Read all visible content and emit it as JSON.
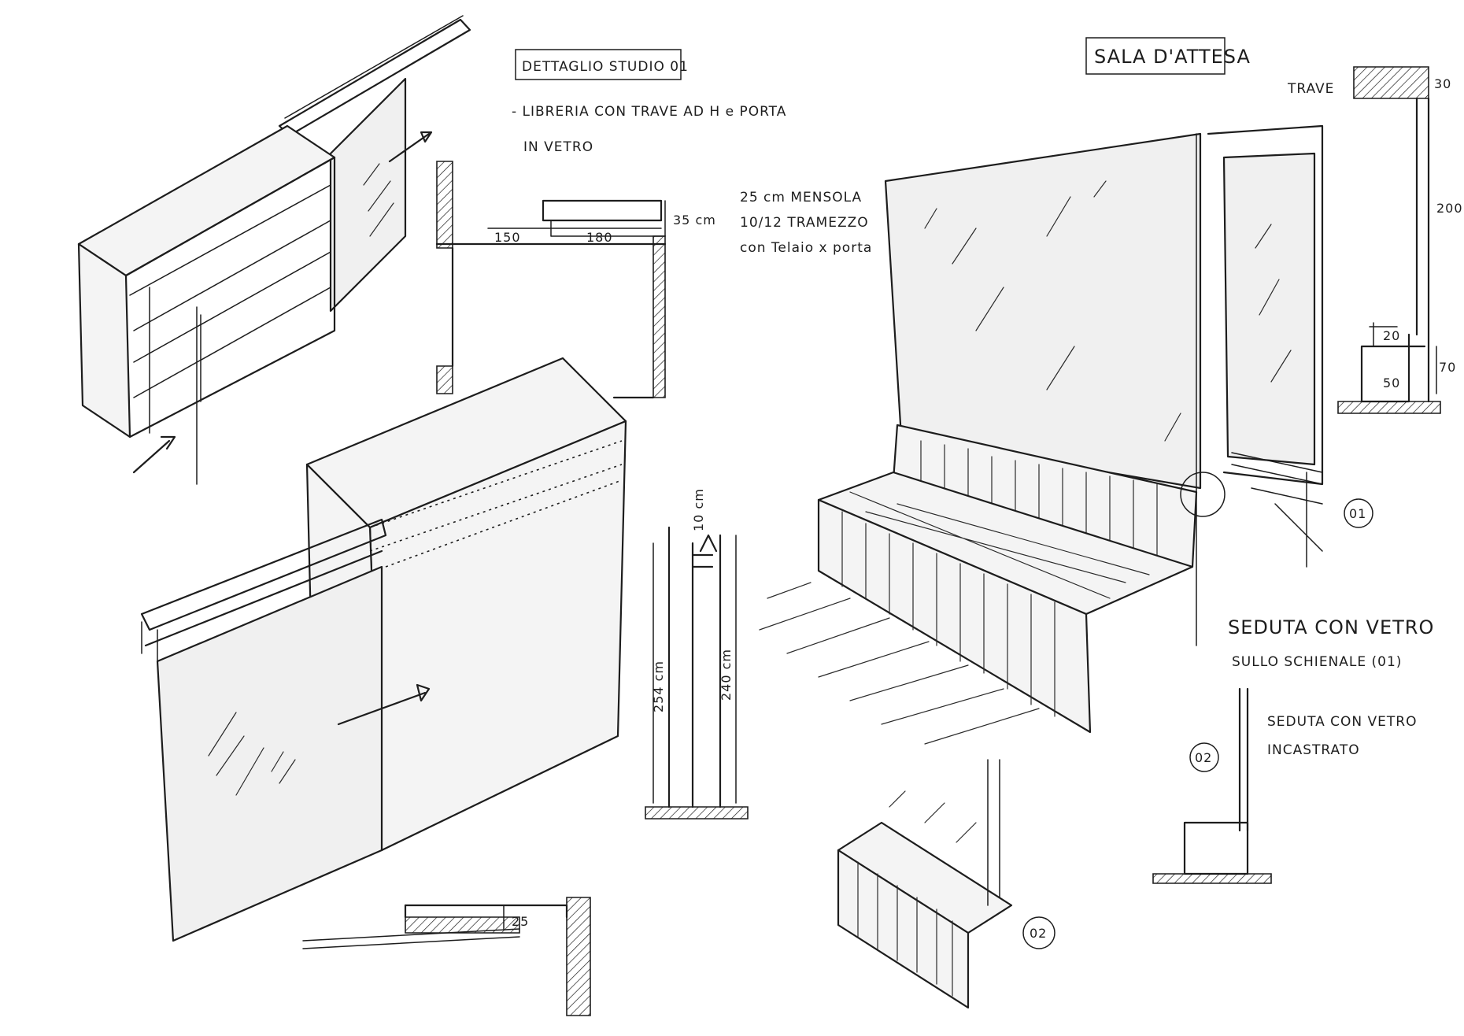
{
  "left_sheet": {
    "title": "DETTAGLIO STUDIO 01",
    "note_line1": "- LIBRERIA CON TRAVE AD H e PORTA",
    "note_line2": "IN VETRO",
    "spec_line1": "25 cm MENSOLA",
    "spec_line2": "10/12 TRAMEZZO",
    "spec_line3": "con Telaio x porta",
    "dim_35cm": "35 cm",
    "dim_150": "150",
    "dim_180": "180",
    "dim_10cm": "10 cm",
    "dim_254cm": "254 cm",
    "dim_240cm": "240 cm",
    "dim_25": "25"
  },
  "right_sheet": {
    "title": "SALA D'ATTESA",
    "trave_label": "TRAVE",
    "dim_30": "30",
    "dim_200": "200",
    "dim_20": "20",
    "dim_70": "70",
    "dim_50": "50",
    "marker_01": "01",
    "marker_02_section": "02",
    "marker_02_view": "02",
    "caption_01_line1": "SEDUTA CON VETRO",
    "caption_01_line2": "SULLO SCHIENALE (01)",
    "caption_02_line1": "SEDUTA CON VETRO",
    "caption_02_line2": "INCASTRATO"
  }
}
